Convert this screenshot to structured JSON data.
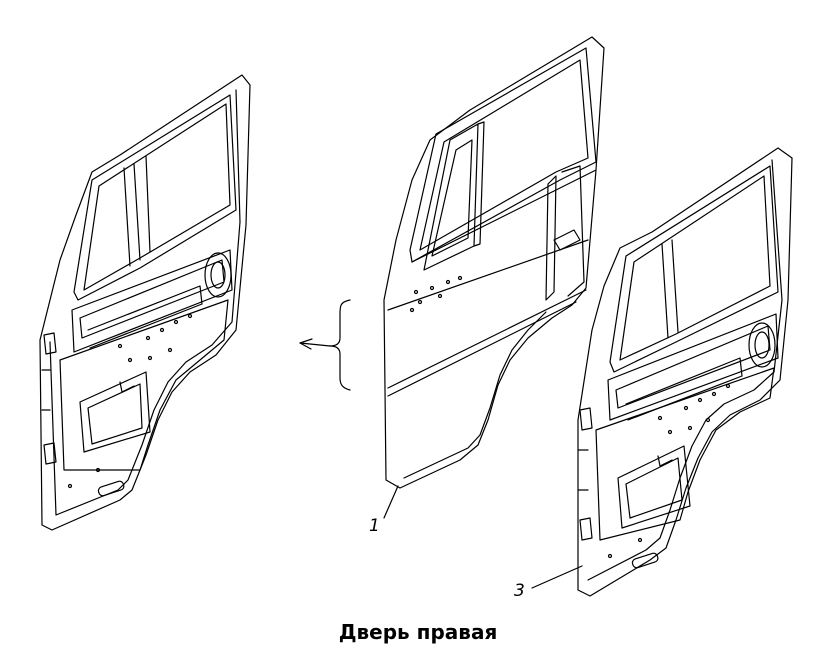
{
  "figure": {
    "caption": "Дверь правая",
    "callouts": [
      {
        "id": "1",
        "label": "1"
      },
      {
        "id": "3",
        "label": "3"
      }
    ]
  },
  "colors": {
    "line": "#000000",
    "background": "#ffffff"
  }
}
